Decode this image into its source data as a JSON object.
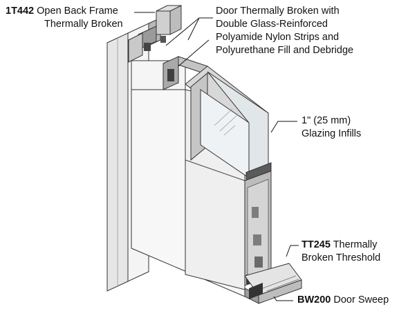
{
  "callouts": {
    "frame": {
      "code": "1T442",
      "line1": "Open Back Frame",
      "line2": "Thermally Broken"
    },
    "door": {
      "line1": "Door Thermally Broken with",
      "line2": "Double Glass-Reinforced",
      "line3": "Polyamide Nylon Strips and",
      "line4": "Polyurethane Fill and Debridge"
    },
    "glazing": {
      "line1": "1\" (25 mm)",
      "line2": "Glazing Infills"
    },
    "threshold": {
      "code": "TT245",
      "line1": "Thermally",
      "line2": "Broken Threshold"
    },
    "sweep": {
      "code": "BW200",
      "line1": "Door Sweep"
    }
  },
  "colors": {
    "outline": "#333333",
    "panel_face": "#f2f2f2",
    "panel_side": "#d9d9d9",
    "metal_dark": "#8a8a8a",
    "metal_mid": "#b5b5b5",
    "glass": "#e8edf0"
  }
}
